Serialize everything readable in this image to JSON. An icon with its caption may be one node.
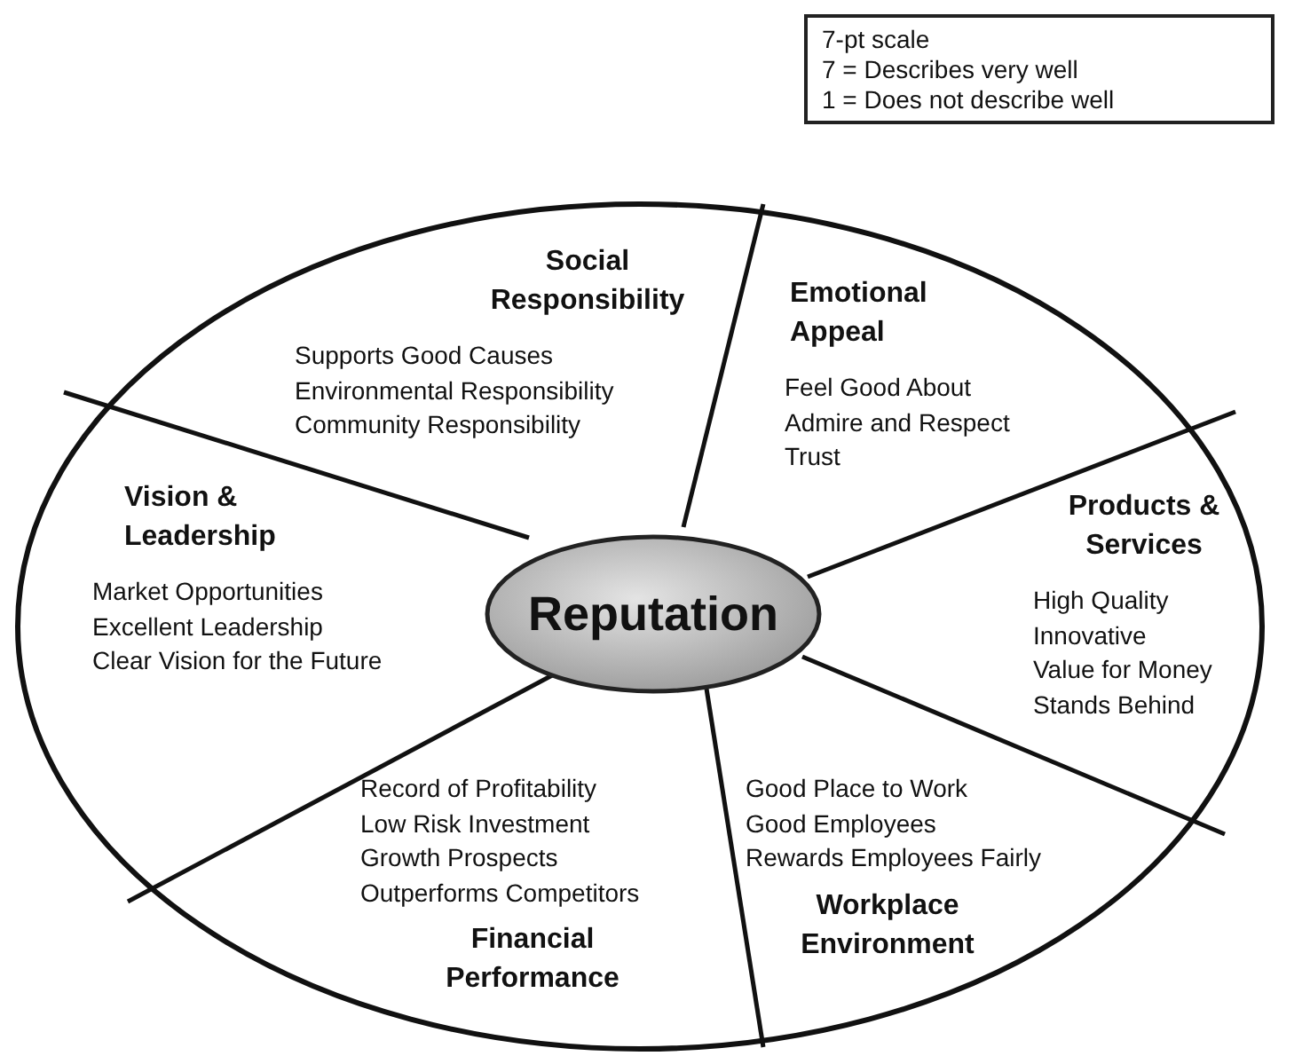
{
  "diagram": {
    "nodes": [
      {
        "text": [],
        "shape": "ellipse"
      },
      {
        "text": [
          "Social Responsibility",
          "Supports Good Causes",
          "Environmental Responsibility",
          "Community Responsibility"
        ],
        "in": 0
      },
      {
        "text": [
          "Emotional Appeal",
          "Feel Good About",
          "Admire and Respect",
          "Trust"
        ],
        "in": 0
      },
      {
        "text": [
          "Vision & Leadership",
          "Market Opportunities",
          "Excellent Leadership",
          "Clear Vision for the Future"
        ],
        "in": 0
      },
      {
        "text": [
          "Reputation"
        ],
        "in": 0
      },
      {
        "text": [
          "Products & Services",
          "High Quality",
          "Innovative",
          "Value for Money",
          "Stands Behind"
        ],
        "in": 0
      },
      {
        "text": [
          "Record of Profitability",
          "Low Risk Investment",
          "Growth Prospects",
          "Outperforms Competitors",
          "Financial Performance"
        ],
        "in": 0
      },
      {
        "text": [
          "Good Place to Work",
          "Good Employees",
          "Rewards Employees Fairly",
          "Workplace Environment"
        ],
        "in": 0
      }
    ],
    "labels": [
      "7-pt scale",
      "7 = Describes very well",
      "1 = Does not describe well"
    ]
  }
}
